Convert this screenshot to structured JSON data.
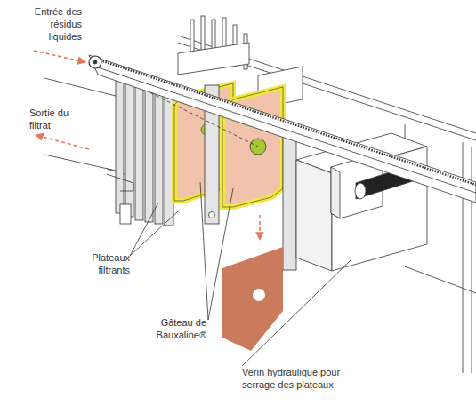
{
  "diagram": {
    "labels": [
      "Entrée des résidus liquides",
      "Sortie du filtrat",
      "Plateaux filtrants",
      "Gâteau de Bauxaline®",
      "Verin hydraulique pour serrage des plateaux"
    ]
  }
}
